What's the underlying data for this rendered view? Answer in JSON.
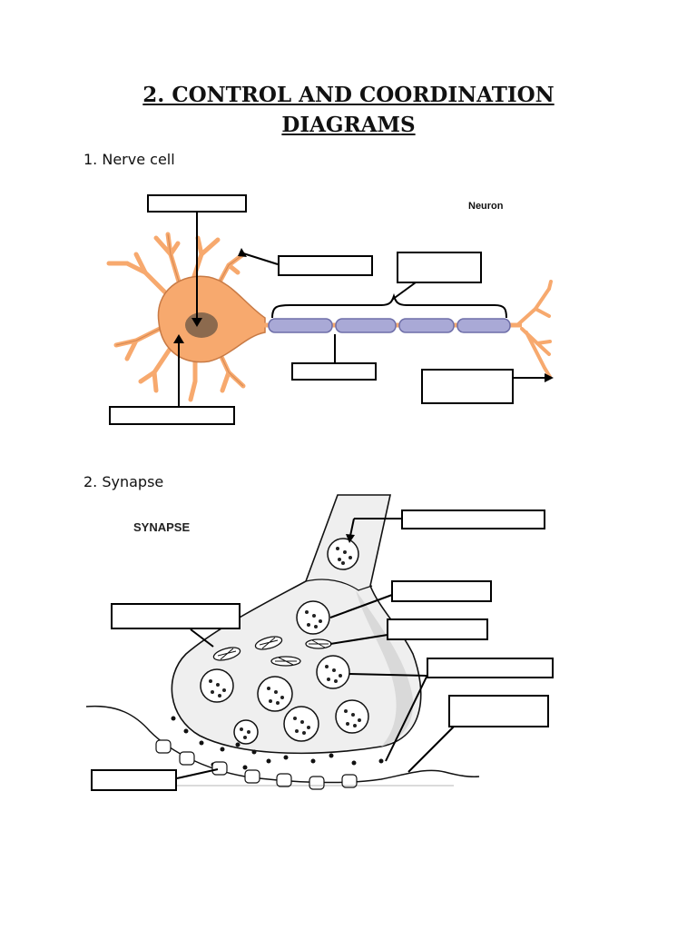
{
  "page": {
    "title_line1": "2.  CONTROL AND COORDINATION",
    "title_line2": "DIAGRAMS"
  },
  "sections": [
    {
      "label": "1. Nerve cell",
      "figure_caption": "Neuron"
    },
    {
      "label": "2. Synapse",
      "figure_caption": "SYNAPSE"
    }
  ],
  "colors": {
    "cell_body": "#f7a96e",
    "cell_outline": "#c87a45",
    "nucleus": "#8c6a4e",
    "myelin": "#a9a9d6",
    "myelin_outline": "#6e6ea8",
    "synapse_fill": "#efefef",
    "synapse_shade": "#d9d9d9"
  }
}
